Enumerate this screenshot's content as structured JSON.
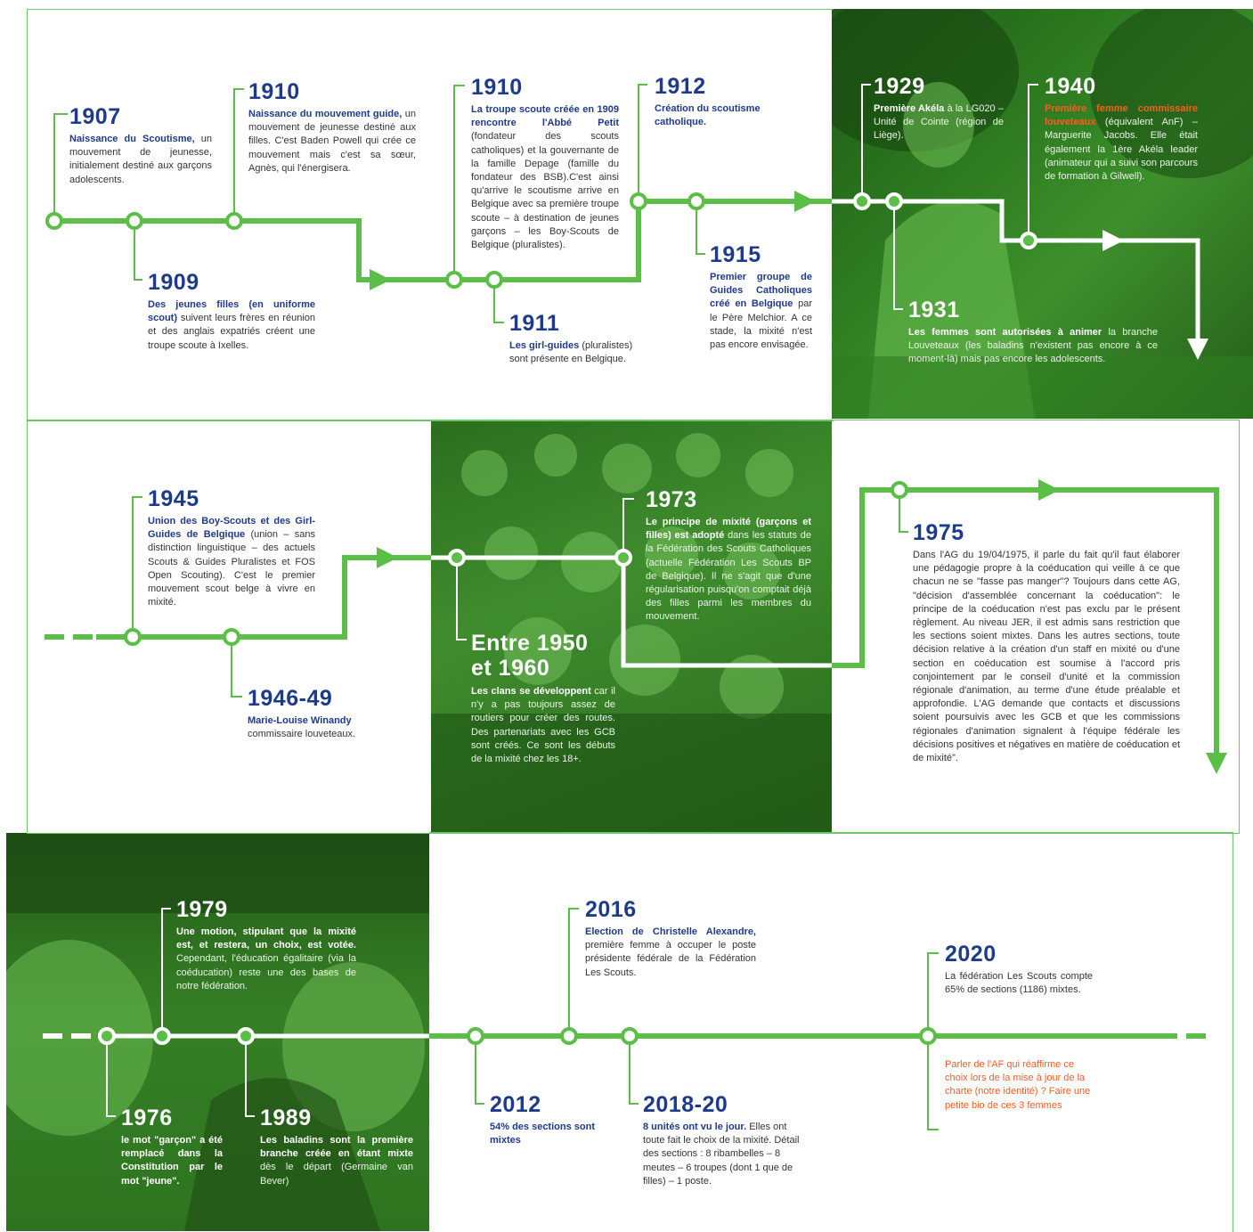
{
  "colors": {
    "green": "#5bbf47",
    "navy": "#1e3a8a",
    "orange": "#ff5a1f",
    "photo_green": "#2f7d21"
  },
  "events": {
    "e1907": {
      "year": "1907",
      "bold": "Naissance du Scoutisme,",
      "text": "un mouvement de jeunesse, initialement destiné aux garçons adolescents."
    },
    "e1909": {
      "year": "1909",
      "bold": "Des jeunes filles (en uniforme scout)",
      "text": "suivent leurs frères en réunion et des anglais expatriés créent une troupe scoute à Ixelles."
    },
    "e1910a": {
      "year": "1910",
      "bold": "Naissance du mouvement guide,",
      "text": "un mouvement de jeunesse destiné aux filles. C'est Baden Powell qui crée ce mouvement mais c'est sa sœur, Agnès, qui l'énergisera."
    },
    "e1910b": {
      "year": "1910",
      "bold": "La troupe scoute créée en 1909 rencontre l'Abbé Petit",
      "text": "(fondateur des scouts catholiques) et la gouvernante de la famille Depage (famille du fondateur des BSB).C'est ainsi qu'arrive le scoutisme arrive en Belgique avec sa première troupe scoute – à destination de jeunes garçons – les Boy-Scouts de Belgique (pluralistes)."
    },
    "e1911": {
      "year": "1911",
      "bold": "Les girl-guides",
      "text": "(pluralistes) sont présente en Belgique."
    },
    "e1912": {
      "year": "1912",
      "bold": "Création du scoutisme catholique.",
      "text": ""
    },
    "e1915": {
      "year": "1915",
      "bold": "Premier groupe de Guides Catholiques créé en Belgique",
      "text": "par le Père Melchior. A ce stade, la mixité n'est pas encore envisagée."
    },
    "e1929": {
      "year": "1929",
      "bold": "Première Akéla",
      "text": "à la LG020 – Unité de Cointe (région de Liège)."
    },
    "e1940": {
      "year": "1940",
      "bold": "Première femme commissaire louveteaux",
      "text": "(équivalent AnF) – Marguerite Jacobs. Elle était également la 1ère Akéla leader (animateur qui a suivi son parcours de formation à Gilwell)."
    },
    "e1931": {
      "year": "1931",
      "bold": "Les femmes sont autorisées à animer",
      "text": "la branche Louveteaux (les baladins n'existent pas encore à ce moment-là) mais pas encore les adolescents."
    },
    "e1945": {
      "year": "1945",
      "bold": "Union des Boy-Scouts et des Girl-Guides de Belgique",
      "text": "(union – sans distinction linguistique – des actuels Scouts & Guides Pluralistes et FOS Open Scouting). C'est le premier mouvement scout belge à vivre en mixité."
    },
    "e1946": {
      "year": "1946-49",
      "bold": "Marie-Louise Winandy",
      "text": "commissaire louveteaux."
    },
    "e1950": {
      "year": "Entre 1950 et 1960",
      "bold": "Les clans se développent",
      "text": "car il n'y a pas toujours assez de routiers pour créer des routes. Des partenariats avec les GCB sont créés. Ce sont les débuts de la mixité chez les 18+."
    },
    "e1973": {
      "year": "1973",
      "bold": "Le principe de mixité (garçons et filles) est adopté",
      "text": "dans les statuts de la Fédération des Scouts Catholiques (actuelle Fédération Les Scouts BP de Belgique). Il ne s'agit que d'une régularisation puisqu'on comptait déjà des filles parmi les membres du mouvement."
    },
    "e1975": {
      "year": "1975",
      "bold": "",
      "text": "Dans l'AG du 19/04/1975, il parle du fait qu'il faut élaborer une pédagogie propre à la coéducation qui veille à ce que chacun ne se \"fasse pas manger\"? Toujours dans cette AG, \"décision d'assemblée concernant la coéducation\": le principe de la coéducation n'est pas exclu par le présent règlement. Au niveau JER, il est admis sans restriction que les sections soient mixtes. Dans les autres sections, toute décision relative à la création d'un staff en mixité ou d'une section en coéducation est soumise à l'accord pris conjointement par le conseil d'unité et la commission régionale d'animation, au terme d'une étude préalable et approfondie. L'AG demande que contacts et discussions soient poursuivis avec les GCB et que les commissions régionales d'animation signalent à l'équipe fédérale les décisions positives et négatives en matière de coéducation et de mixité\"."
    },
    "e1979": {
      "year": "1979",
      "bold": "Une motion, stipulant que la mixité est, et restera, un choix, est votée.",
      "text": "Cependant, l'éducation égalitaire (via la coéducation) reste une des bases de notre fédération."
    },
    "e1976": {
      "year": "1976",
      "bold": "le mot \"garçon\" a été remplacé dans la Constitution par le mot \"jeune\".",
      "text": ""
    },
    "e1989": {
      "year": "1989",
      "bold": "Les baladins sont la première branche créée en étant mixte",
      "text": "dès le départ (Germaine van Bever)",
      "lead": "Les baladins sont la"
    },
    "e2016": {
      "year": "2016",
      "bold": "Election de Christelle Alexandre,",
      "text": "première femme à occuper le poste présidente fédérale de la Fédération Les Scouts."
    },
    "e2012": {
      "year": "2012",
      "bold": "54% des sections sont mixtes",
      "text": ""
    },
    "e2018": {
      "year": "2018-20",
      "bold": "8 unités ont vu le jour.",
      "text": "Elles ont toute fait le choix de la mixité. Détail des sections : 8 ribambelles – 8 meutes – 6 troupes (dont 1 que de filles) – 1 poste."
    },
    "e2020": {
      "year": "2020",
      "bold": "",
      "text": "La fédération Les Scouts compte 65% de sections (1186) mixtes."
    },
    "note": {
      "text": "Parler de l'AF qui réaffirme ce choix lors de la mise à jour de la charte (notre identité) ? Faire une petite bio de ces 3 femmes"
    }
  }
}
